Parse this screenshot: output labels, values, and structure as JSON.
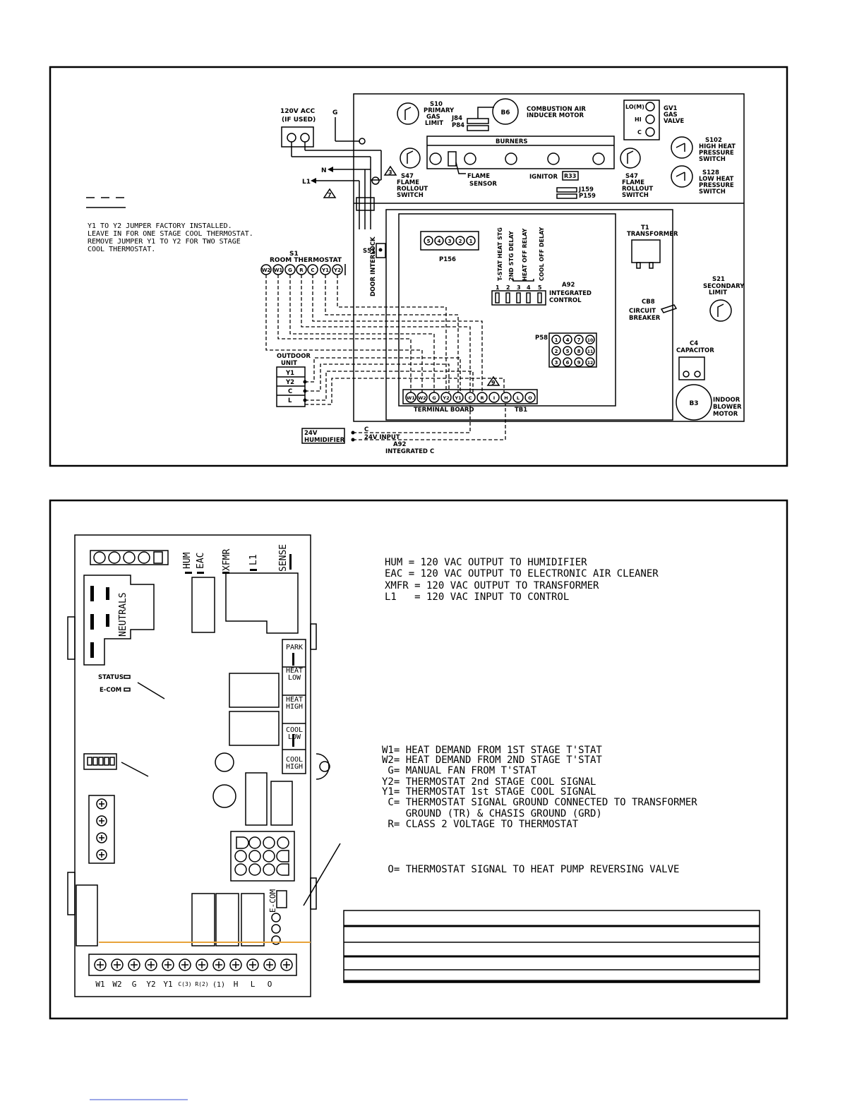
{
  "diagram1": {
    "acc_label": "120V ACC",
    "acc_sub": "(IF USED)",
    "g_label": "G",
    "n_label": "N",
    "l1_label": "L1",
    "note_3": "3",
    "note_7": "7",
    "note_9": "9",
    "jumper_note": [
      "Y1 TO Y2 JUMPER FACTORY INSTALLED.",
      "LEAVE IN FOR ONE STAGE COOL THERMOSTAT.",
      "REMOVE JUMPER Y1 TO Y2 FOR TWO STAGE",
      "COOL THERMOSTAT."
    ],
    "s1_label": "S1",
    "room_thermostat": "ROOM THERMOSTAT",
    "thermostat_terms": [
      "W2",
      "W1",
      "G",
      "R",
      "C",
      "Y1",
      "Y2"
    ],
    "s10": [
      "S10",
      "PRIMARY",
      "GAS",
      "LIMIT"
    ],
    "j84": "J84",
    "p84": "P84",
    "b6": "B6",
    "combustion": [
      "COMBUSTION AIR",
      "INDUCER MOTOR"
    ],
    "gv1_terms": [
      "LO(M)",
      "HI",
      "C"
    ],
    "gv1": [
      "GV1",
      "GAS",
      "VALVE"
    ],
    "s102": [
      "S102",
      "HIGH HEAT",
      "PRESSURE",
      "SWITCH"
    ],
    "s128": [
      "S128",
      "LOW HEAT",
      "PRESSURE",
      "SWITCH"
    ],
    "burners": "BURNERS",
    "flame_sensor": [
      "FLAME",
      "SENSOR"
    ],
    "ignitor": "IGNITOR",
    "r33": "R33",
    "j159": "J159",
    "p159": "P159",
    "s47_left": [
      "S47",
      "FLAME",
      "ROLLOUT",
      "SWITCH"
    ],
    "s47_right": [
      "S47",
      "FLAME",
      "ROLLOUT",
      "SWITCH"
    ],
    "s51": "S51",
    "door_interlock": "DOOR INTERLOCK",
    "p156_pins": [
      "5",
      "4",
      "3",
      "2",
      "1"
    ],
    "p156": "P156",
    "vertical_labels": [
      "T-STAT HEAT STG",
      "2ND STG DELAY",
      "HEAT OFF RELAY",
      "COOL OFF DELAY"
    ],
    "dip_nums": [
      "1",
      "2",
      "3",
      "4",
      "5"
    ],
    "a92": [
      "A92",
      "INTEGRATED",
      "CONTROL"
    ],
    "t1": [
      "T1",
      "TRANSFORMER"
    ],
    "s21": [
      "S21",
      "SECONDARY",
      "LIMIT"
    ],
    "cb8": [
      "CB8",
      "CIRCUIT",
      "BREAKER"
    ],
    "p58": "P58",
    "p58_pins": [
      "1",
      "4",
      "7",
      "10",
      "2",
      "5",
      "8",
      "11",
      "3",
      "6",
      "9",
      "12"
    ],
    "c4": [
      "C4",
      "CAPACITOR"
    ],
    "outdoor": [
      "OUTDOOR",
      "UNIT"
    ],
    "outdoor_terms": [
      "Y1",
      "Y2",
      "C",
      "L"
    ],
    "tb_terms": [
      "W1",
      "W2",
      "G",
      "Y2",
      "Y1",
      "C",
      "R",
      "I",
      "H",
      "L",
      "O"
    ],
    "terminal_board": "TERMINAL BOARD",
    "tb1": "TB1",
    "b3": "B3",
    "blower": [
      "INDOOR",
      "BLOWER",
      "MOTOR"
    ],
    "humidifier": [
      "24V",
      "HUMIDIFIER"
    ],
    "hum_c": "C",
    "hum_input": "24V INPUT",
    "a92_bottom": [
      "A92",
      "INTEGRATED C"
    ]
  },
  "diagram2": {
    "top_labels": [
      "HUM",
      "EAC",
      "XFMR",
      "L1",
      "SENSE"
    ],
    "neutrals": "NEUTRALS",
    "status": "STATUS",
    "ecom": "E-COM",
    "relay_labels": [
      "PARK",
      "HEAT LOW",
      "HEAT HIGH",
      "COOL LOW",
      "COOL HIGH"
    ],
    "ecom_conn": "E-COM",
    "bottom_terms": [
      "W1",
      "W2",
      "G",
      "Y2",
      "Y1",
      "C(3)",
      "R(2)",
      "(1)",
      "H",
      "L",
      "O"
    ],
    "desc_top": [
      "HUM = 120 VAC OUTPUT TO HUMIDIFIER",
      "EAC = 120 VAC OUTPUT TO ELECTRONIC AIR CLEANER",
      "XMFR = 120 VAC OUTPUT TO TRANSFORMER",
      "L1   = 120 VAC INPUT TO CONTROL"
    ],
    "desc_mid": [
      "W1= HEAT DEMAND FROM 1ST STAGE T'STAT",
      "W2= HEAT DEMAND FROM 2ND STAGE T'STAT",
      " G= MANUAL FAN FROM T'STAT",
      "Y2= THERMOSTAT 2nd STAGE COOL SIGNAL",
      "Y1= THERMOSTAT 1st STAGE COOL SIGNAL",
      " C= THERMOSTAT SIGNAL GROUND CONNECTED TO TRANSFORMER",
      "    GROUND (TR) & CHASIS GROUND (GRD)",
      " R= CLASS 2 VOLTAGE TO THERMOSTAT"
    ],
    "desc_o": " O= THERMOSTAT SIGNAL TO HEAT PUMP REVERSING VALVE"
  }
}
